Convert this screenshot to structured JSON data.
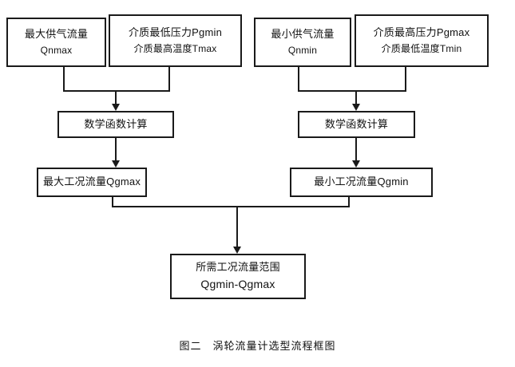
{
  "figure": {
    "caption": "图二　涡轮流量计选型流程框图",
    "background_color": "#ffffff",
    "line_color": "#1a1a1a"
  },
  "nodes": {
    "max_supply_flow": {
      "line1": "最大供气流量",
      "line2": "Qnmax"
    },
    "min_pressure_max_temp": {
      "line1": "介质最低压力Pgmin",
      "line2": "介质最高温度Tmax"
    },
    "min_supply_flow": {
      "line1": "最小供气流量",
      "line2": "Qnmin"
    },
    "max_pressure_min_temp": {
      "line1": "介质最高压力Pgmax",
      "line2": "介质最低温度Tmin"
    },
    "math_calc_left": {
      "line1": "数学函数计算"
    },
    "math_calc_right": {
      "line1": "数学函数计算"
    },
    "max_working_flow": {
      "line1": "最大工况流量Qgmax"
    },
    "min_working_flow": {
      "line1": "最小工况流量Qgmin"
    },
    "required_flow_range": {
      "line1": "所需工况流量范围",
      "line2": "Qgmin-Qgmax"
    }
  },
  "chart_data": {
    "type": "diagram",
    "title": "图二　涡轮流量计选型流程框图",
    "diagram_kind": "flowchart",
    "direction": "top-to-bottom",
    "nodes": [
      {
        "id": "max_supply_flow",
        "label": "最大供气流量 Qnmax",
        "row": 1,
        "column": 1
      },
      {
        "id": "min_pressure_max_temp",
        "label": "介质最低压力Pgmin 介质最高温度Tmax",
        "row": 1,
        "column": 2
      },
      {
        "id": "min_supply_flow",
        "label": "最小供气流量 Qnmin",
        "row": 1,
        "column": 3
      },
      {
        "id": "max_pressure_min_temp",
        "label": "介质最高压力Pgmax 介质最低温度Tmin",
        "row": 1,
        "column": 4
      },
      {
        "id": "math_calc_left",
        "label": "数学函数计算",
        "row": 2,
        "column": 1
      },
      {
        "id": "math_calc_right",
        "label": "数学函数计算",
        "row": 2,
        "column": 2
      },
      {
        "id": "max_working_flow",
        "label": "最大工况流量Qgmax",
        "row": 3,
        "column": 1
      },
      {
        "id": "min_working_flow",
        "label": "最小工况流量Qgmin",
        "row": 3,
        "column": 2
      },
      {
        "id": "required_flow_range",
        "label": "所需工况流量范围 Qgmin-Qgmax",
        "row": 4,
        "column": 1
      }
    ],
    "edges": [
      {
        "from": "max_supply_flow",
        "to": "math_calc_left",
        "style": "merge-elbow"
      },
      {
        "from": "min_pressure_max_temp",
        "to": "math_calc_left",
        "style": "merge-elbow"
      },
      {
        "from": "min_supply_flow",
        "to": "math_calc_right",
        "style": "merge-elbow"
      },
      {
        "from": "max_pressure_min_temp",
        "to": "math_calc_right",
        "style": "merge-elbow"
      },
      {
        "from": "math_calc_left",
        "to": "max_working_flow",
        "style": "straight-arrow"
      },
      {
        "from": "math_calc_right",
        "to": "min_working_flow",
        "style": "straight-arrow"
      },
      {
        "from": "max_working_flow",
        "to": "required_flow_range",
        "style": "merge-elbow"
      },
      {
        "from": "min_working_flow",
        "to": "required_flow_range",
        "style": "merge-elbow"
      }
    ]
  }
}
